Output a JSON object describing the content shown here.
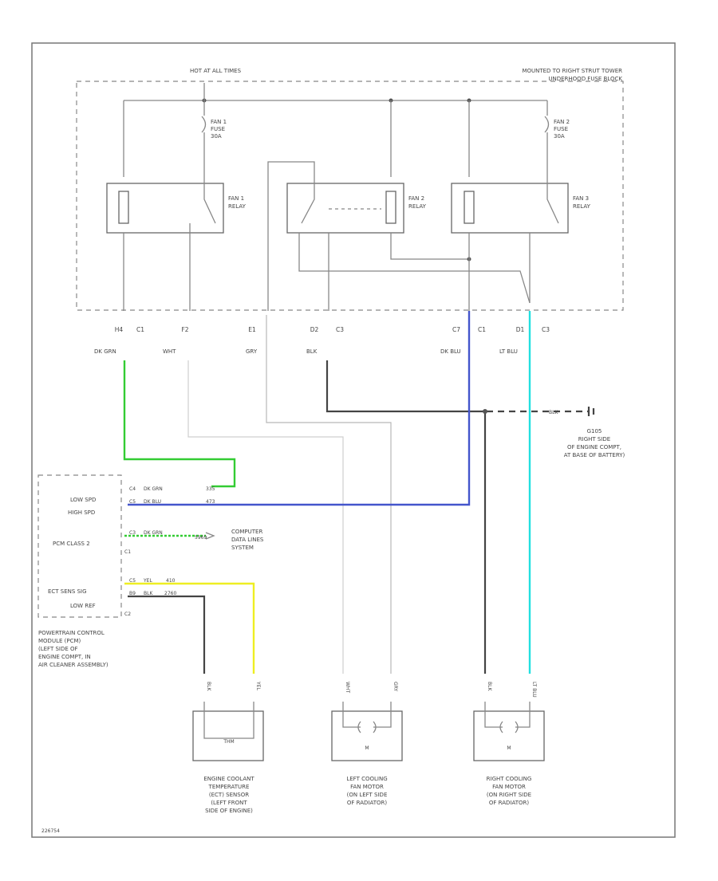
{
  "fuse_block": {
    "hot_label": "HOT AT ALL TIMES",
    "location": [
      "MOUNTED TO RIGHT STRUT TOWER",
      "UNDERHOOD FUSE BLOCK"
    ]
  },
  "fuses": [
    {
      "name": "FAN 1",
      "type": "FUSE",
      "rating": "30A"
    },
    {
      "name": "FAN 2",
      "type": "FUSE",
      "rating": "30A"
    }
  ],
  "relays": [
    {
      "name": "FAN 1",
      "type": "RELAY"
    },
    {
      "name": "FAN 2",
      "type": "RELAY"
    },
    {
      "name": "FAN 3",
      "type": "RELAY"
    }
  ],
  "connector_pins": [
    {
      "pin": "H4",
      "conn": "C1",
      "color": "DK GRN"
    },
    {
      "pin": "F2",
      "conn": "",
      "color": "WHT"
    },
    {
      "pin": "E1",
      "conn": "",
      "color": "GRY"
    },
    {
      "pin": "D2",
      "conn": "C3",
      "color": "BLK"
    },
    {
      "pin": "C7",
      "conn": "C1",
      "color": "DK BLU"
    },
    {
      "pin": "D1",
      "conn": "C3",
      "color": "LT BLU"
    }
  ],
  "ground": {
    "wire_color": "BLK",
    "name": "G105",
    "location": [
      "RIGHT SIDE",
      "OF ENGINE COMPT,",
      "AT BASE OF BATTERY)"
    ]
  },
  "pcm": {
    "circuits": [
      {
        "label": "LOW SPD",
        "pin": "C4",
        "color": "DK GRN",
        "circuit": "335"
      },
      {
        "label": "HIGH SPD",
        "pin": "C5",
        "color": "DK BLU",
        "circuit": "473"
      },
      {
        "label": "PCM CLASS 2",
        "pin": "C3",
        "color": "DK GRN",
        "circuit": "5969",
        "conn": "C1"
      },
      {
        "label": "ECT SENS SIG",
        "pin": "C5",
        "color": "YEL",
        "circuit": "410"
      },
      {
        "label": "LOW REF",
        "pin": "B9",
        "color": "BLK",
        "circuit": "2760",
        "conn": "C2"
      }
    ],
    "data_link": [
      "COMPUTER",
      "DATA LINES",
      "SYSTEM"
    ],
    "description": [
      "POWERTRAIN CONTROL",
      "MODULE (PCM)",
      "(LEFT SIDE OF",
      "ENGINE COMPT, IN",
      "AIR CLEANER ASSEMBLY)"
    ]
  },
  "components": [
    {
      "wires": [
        "BLK",
        "YEL"
      ],
      "inner": "THM",
      "label": [
        "ENGINE COOLANT",
        "TEMPERATURE",
        "(ECT) SENSOR",
        "(LEFT FRONT",
        "SIDE OF ENGINE)"
      ]
    },
    {
      "wires": [
        "WHT",
        "GRY"
      ],
      "inner": "M",
      "label": [
        "LEFT COOLING",
        "FAN MOTOR",
        "(ON LEFT SIDE",
        "OF RADIATOR)"
      ]
    },
    {
      "wires": [
        "BLK",
        "LT BLU"
      ],
      "inner": "M",
      "label": [
        "RIGHT COOLING",
        "FAN MOTOR",
        "(ON RIGHT SIDE",
        "OF RADIATOR)"
      ]
    }
  ],
  "figure_id": "226754",
  "colors": {
    "dk_grn": "#33cc33",
    "dk_blu": "#4455cc",
    "lt_blu": "#22e0e0",
    "yel": "#eeee22",
    "blk": "#444444"
  }
}
